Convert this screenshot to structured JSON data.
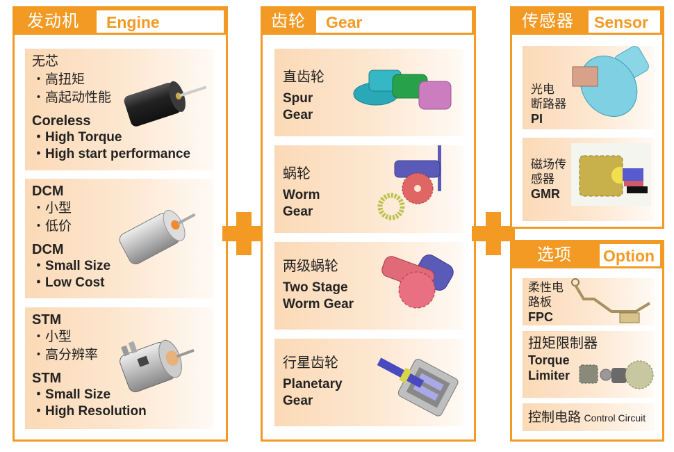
{
  "colors": {
    "accent": "#f39a24",
    "card_bg": "#fde8d2"
  },
  "engine": {
    "title_cn": "发动机",
    "title_en": "Engine",
    "items": [
      {
        "name_cn": "无芯",
        "features_cn": [
          "高扭矩",
          "高起动性能"
        ],
        "name_en": "Coreless",
        "features_en": [
          "High Torque",
          "High start performance"
        ],
        "icon": "coreless-motor-icon"
      },
      {
        "name_cn": "DCM",
        "features_cn": [
          "小型",
          "低价"
        ],
        "name_en": "DCM",
        "features_en": [
          "Small Size",
          "Low Cost"
        ],
        "icon": "dc-motor-icon"
      },
      {
        "name_cn": "STM",
        "features_cn": [
          "小型",
          "高分辨率"
        ],
        "name_en": "STM",
        "features_en": [
          "Small Size",
          "High Resolution"
        ],
        "icon": "stepper-motor-icon"
      }
    ]
  },
  "gear": {
    "title_cn": "齿轮",
    "title_en": "Gear",
    "items": [
      {
        "name_cn": "直齿轮",
        "name_en_1": "Spur",
        "name_en_2": "Gear",
        "icon": "spur-gear-icon"
      },
      {
        "name_cn": "蜗轮",
        "name_en_1": "Worm",
        "name_en_2": "Gear",
        "icon": "worm-gear-icon"
      },
      {
        "name_cn": "两级蜗轮",
        "name_en_1": "Two Stage",
        "name_en_2": "Worm Gear",
        "icon": "two-stage-worm-gear-icon"
      },
      {
        "name_cn": "行星齿轮",
        "name_en_1": "Planetary",
        "name_en_2": "Gear",
        "icon": "planetary-gear-icon"
      }
    ]
  },
  "sensor": {
    "title_cn": "传感器",
    "title_en": "Sensor",
    "items": [
      {
        "name_cn_1": "光电",
        "name_cn_2": "断路器",
        "name_en": "PI",
        "icon": "photo-interrupter-icon"
      },
      {
        "name_cn_1": "磁场传",
        "name_cn_2": "感器",
        "name_en": "GMR",
        "icon": "gmr-sensor-icon"
      }
    ]
  },
  "option": {
    "title_cn": "选项",
    "title_en": "Option",
    "items": [
      {
        "name_cn_1": "柔性电",
        "name_cn_2": "路板",
        "name_en": "FPC",
        "icon": "fpc-icon"
      },
      {
        "name_cn": "扭矩限制器",
        "name_en_1": "Torque",
        "name_en_2": "Limiter",
        "icon": "torque-limiter-icon"
      },
      {
        "name_cn": "控制电路",
        "name_en": "Control Circuit"
      }
    ]
  },
  "operators": [
    "plus-icon",
    "plus-icon"
  ]
}
